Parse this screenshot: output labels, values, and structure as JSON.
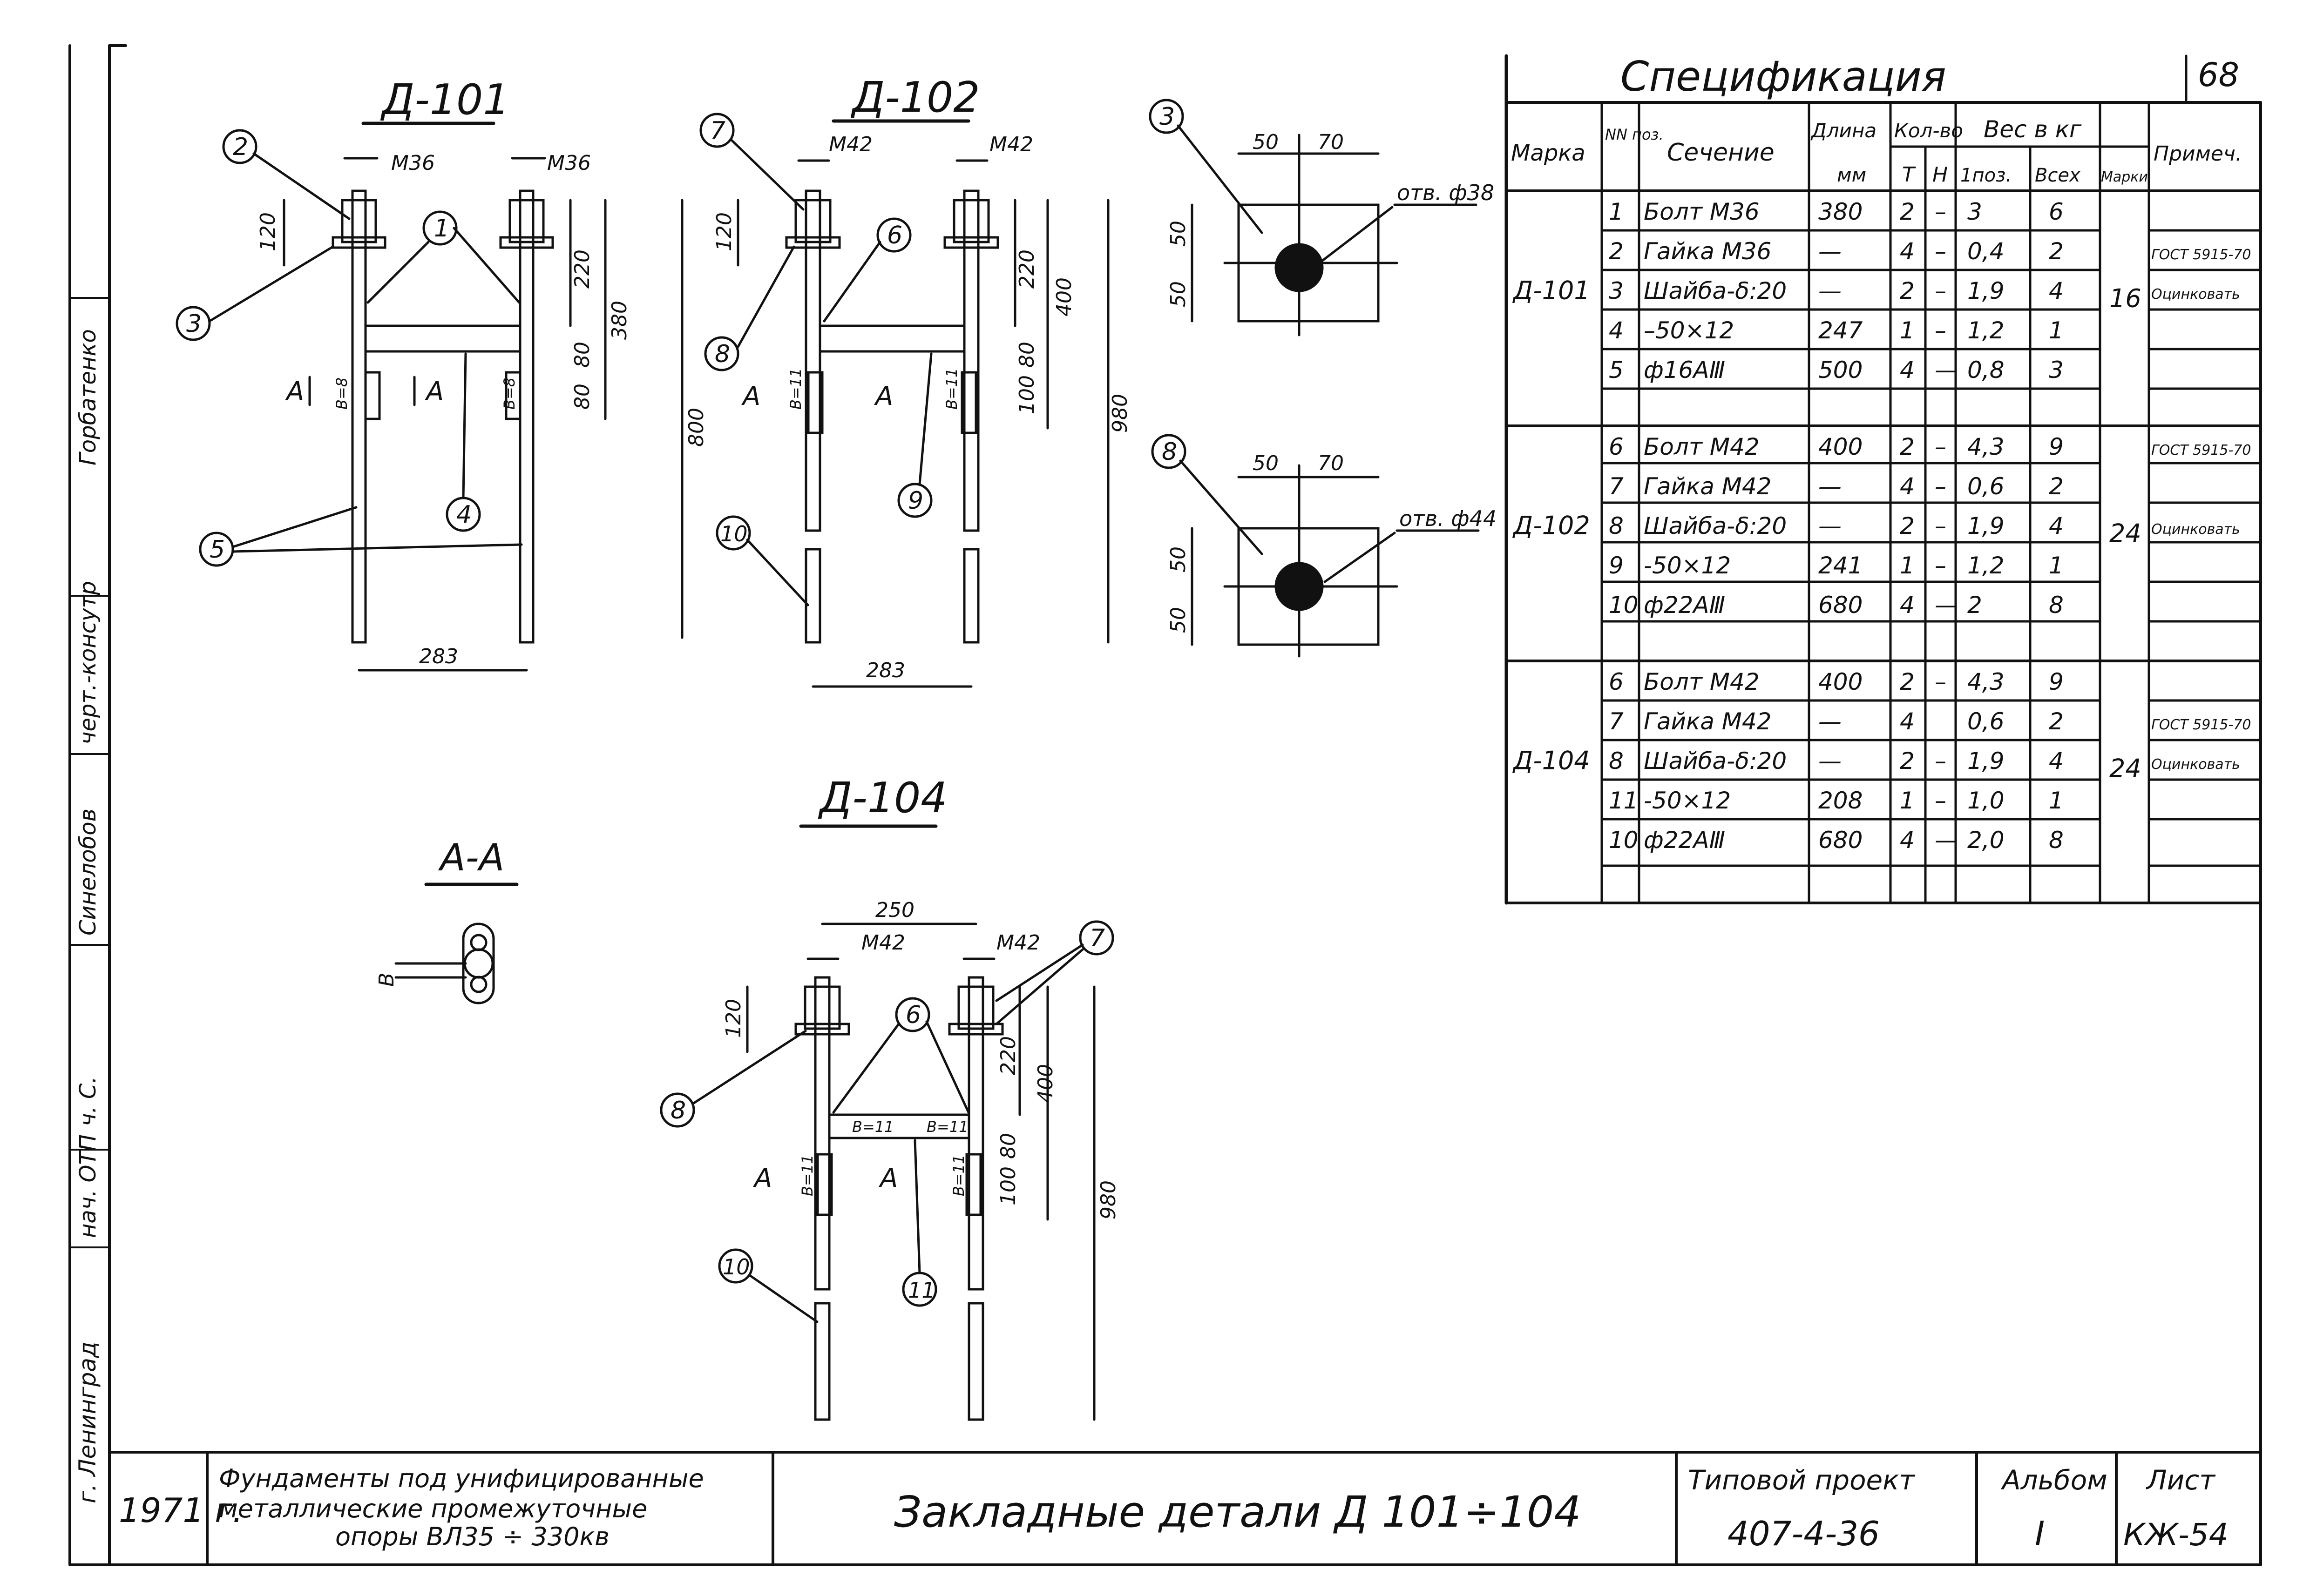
{
  "sheet_number": "68",
  "left_strip": [
    "Горбатенко",
    "черт.-консутр",
    "Синелобов",
    "ч. С.",
    "нач. ОТП",
    "г. Ленинград"
  ],
  "drawings": {
    "d101": {
      "title": "Д-101",
      "bolt": "М36",
      "dims": [
        "120",
        "220",
        "380",
        "80",
        "80",
        "800",
        "283"
      ],
      "weld_label": "B=8",
      "section": "A",
      "callouts": [
        "1",
        "2",
        "3",
        "4",
        "5"
      ]
    },
    "d102": {
      "title": "Д-102",
      "bolt": "М42",
      "dims": [
        "120",
        "220",
        "400",
        "80",
        "100",
        "980",
        "283"
      ],
      "weld_label": "B=11",
      "section": "A",
      "callouts": [
        "6",
        "7",
        "8",
        "9",
        "10"
      ]
    },
    "d104": {
      "title": "Д-104",
      "bolt": "М42",
      "dims": [
        "250",
        "120",
        "220",
        "400",
        "80",
        "100",
        "980"
      ],
      "weld_label": "B=11",
      "section": "A",
      "callouts": [
        "6",
        "7",
        "8",
        "10",
        "11"
      ]
    },
    "plate3": {
      "callout": "3",
      "hole": "отв. ф38",
      "dims": [
        "50",
        "70",
        "50",
        "50"
      ]
    },
    "plate8": {
      "callout": "8",
      "hole": "отв. ф44",
      "dims": [
        "50",
        "70",
        "50",
        "50"
      ]
    },
    "section_aa": {
      "title": "А-А",
      "label": "B"
    }
  },
  "spec": {
    "title": "Спецификация",
    "headers": {
      "marka": "Марка",
      "nn": "NN поз.",
      "section": "Сечение",
      "length": "Длина",
      "length_unit": "мм",
      "qty": "Кол-во",
      "qty_t": "Т",
      "qty_n": "Н",
      "weight": "Вес в кг",
      "w_pos": "1поз.",
      "w_all": "Всех",
      "w_mark": "Марки",
      "note": "Примеч."
    },
    "groups": [
      {
        "marka": "Д-101",
        "total": "16",
        "rows": [
          {
            "pos": "1",
            "section": "Болт М36",
            "length": "380",
            "t": "2",
            "n": "–",
            "w1": "3",
            "wall": "6",
            "note": ""
          },
          {
            "pos": "2",
            "section": "Гайка М36",
            "length": "—",
            "t": "4",
            "n": "–",
            "w1": "0,4",
            "wall": "2",
            "note": "ГОСТ 5915-70"
          },
          {
            "pos": "3",
            "section": "Шайба-δ:20",
            "length": "—",
            "t": "2",
            "n": "–",
            "w1": "1,9",
            "wall": "4",
            "note": "Оцинковать"
          },
          {
            "pos": "4",
            "section": "–50×12",
            "length": "247",
            "t": "1",
            "n": "–",
            "w1": "1,2",
            "wall": "1",
            "note": ""
          },
          {
            "pos": "5",
            "section": "ф16АⅢ",
            "length": "500",
            "t": "4",
            "n": "—",
            "w1": "0,8",
            "wall": "3",
            "note": ""
          }
        ]
      },
      {
        "marka": "Д-102",
        "total": "24",
        "rows": [
          {
            "pos": "6",
            "section": "Болт М42",
            "length": "400",
            "t": "2",
            "n": "–",
            "w1": "4,3",
            "wall": "9",
            "note": "ГОСТ 5915-70"
          },
          {
            "pos": "7",
            "section": "Гайка М42",
            "length": "—",
            "t": "4",
            "n": "–",
            "w1": "0,6",
            "wall": "2",
            "note": ""
          },
          {
            "pos": "8",
            "section": "Шайба-δ:20",
            "length": "—",
            "t": "2",
            "n": "–",
            "w1": "1,9",
            "wall": "4",
            "note": "Оцинковать"
          },
          {
            "pos": "9",
            "section": "-50×12",
            "length": "241",
            "t": "1",
            "n": "–",
            "w1": "1,2",
            "wall": "1",
            "note": ""
          },
          {
            "pos": "10",
            "section": "ф22АⅢ",
            "length": "680",
            "t": "4",
            "n": "—",
            "w1": "2",
            "wall": "8",
            "note": ""
          }
        ]
      },
      {
        "marka": "Д-104",
        "total": "24",
        "rows": [
          {
            "pos": "6",
            "section": "Болт М42",
            "length": "400",
            "t": "2",
            "n": "–",
            "w1": "4,3",
            "wall": "9",
            "note": ""
          },
          {
            "pos": "7",
            "section": "Гайка М42",
            "length": "—",
            "t": "4",
            "n": "",
            "w1": "0,6",
            "wall": "2",
            "note": "ГОСТ 5915-70"
          },
          {
            "pos": "8",
            "section": "Шайба-δ:20",
            "length": "—",
            "t": "2",
            "n": "–",
            "w1": "1,9",
            "wall": "4",
            "note": "Оцинковать"
          },
          {
            "pos": "11",
            "section": "-50×12",
            "length": "208",
            "t": "1",
            "n": "–",
            "w1": "1,0",
            "wall": "1",
            "note": ""
          },
          {
            "pos": "10",
            "section": "ф22АⅢ",
            "length": "680",
            "t": "4",
            "n": "—",
            "w1": "2,0",
            "wall": "8",
            "note": ""
          }
        ]
      }
    ]
  },
  "title_block": {
    "year": "1971 г.",
    "project_desc": [
      "Фундаменты под унифицированные",
      "металлические промежуточные",
      "опоры ВЛ35 ÷ 330кв"
    ],
    "drawing_title": "Закладные детали Д 101÷104",
    "project_label": "Типовой проект",
    "project_number": "407-4-36",
    "album_label": "Альбом",
    "album_number": "I",
    "sheet_label": "Лист",
    "sheet_code": "КЖ-54"
  }
}
